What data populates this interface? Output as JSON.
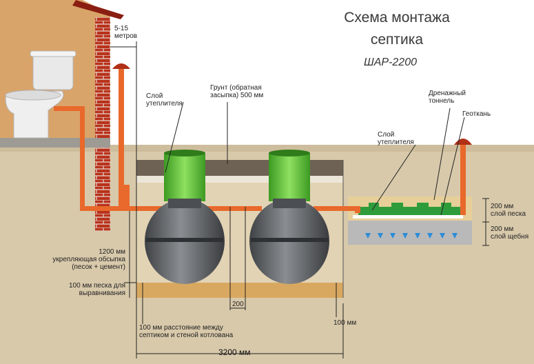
{
  "title": {
    "line1": "Схема монтажа",
    "line2": "септика",
    "model": "ШАР-2200"
  },
  "labels": {
    "distance": "5-15\nметров",
    "insulation_left": "Слой\nутеплителя",
    "backfill": "Грунт (обратная\nзасыпка) 500 мм",
    "insulation_right": "Слой\nутеплителя",
    "drain_tunnel": "Дренажный\nтоннель",
    "geotextile": "Геоткань",
    "sand_layer": "200 мм\nслой песка",
    "gravel_layer": "200 мм\nслой щебня",
    "casing": "1200 мм\nукрепляющая обсыпка\n(песок + цемент)",
    "leveling_sand": "100 мм песка для\nвыравнивания",
    "gap_between": "200",
    "wall_distance": "100 мм расстояние между\nсептиком и стеной котлована",
    "right_gap": "100 мм",
    "total_width": "3200 мм"
  },
  "colors": {
    "pipe": "#e8692b",
    "riser": "#5fbf3a",
    "tank": "#5e6266",
    "soil_light": "#d7c8aa",
    "soil_dark": "#6e6254",
    "sand": "#e6c98f",
    "wall_brick": "#b8321c",
    "house_wall": "#d9a46a",
    "sky": "#ffffff",
    "drain": "#2f9c3c",
    "gravel": "#a9a9a9"
  }
}
